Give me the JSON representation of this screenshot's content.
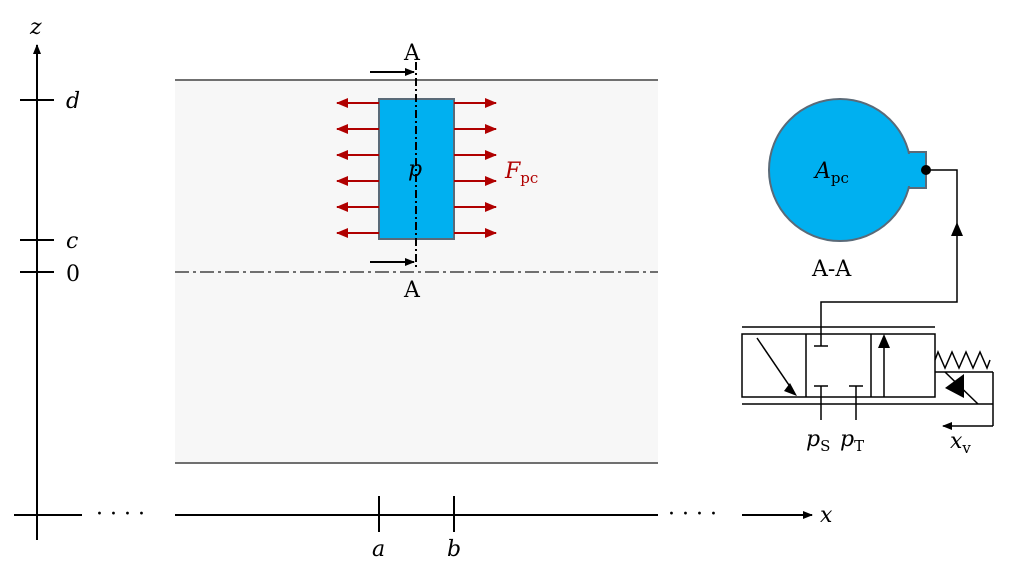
{
  "axes": {
    "x_label": "x",
    "z_label": "z",
    "z_ticks": [
      "d",
      "c",
      "0"
    ],
    "x_ticks": [
      "a",
      "b"
    ],
    "dots_left": "· · · ·",
    "dots_right": "· · · ·"
  },
  "section": {
    "marker_top": "A",
    "marker_bottom": "A",
    "view_label": "A-A"
  },
  "chamber": {
    "pressure_label": "p",
    "force_label_main": "F",
    "force_label_sub": "pc",
    "area_label_main": "A",
    "area_label_sub": "pc"
  },
  "valve": {
    "supply_main": "p",
    "supply_sub": "S",
    "tank_main": "p",
    "tank_sub": "T",
    "spool_main": "x",
    "spool_sub": "v"
  },
  "colors": {
    "chamber_fill": "#00b0f0",
    "force_arrow": "#b00000",
    "band_fill": "#f7f7f7",
    "band_edge": "#707070"
  }
}
